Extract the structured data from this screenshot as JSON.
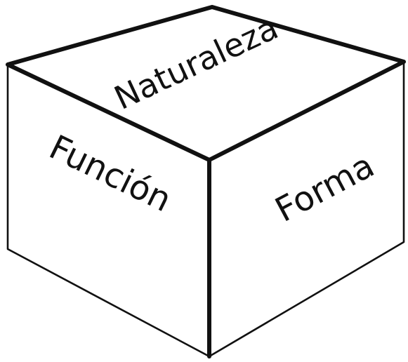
{
  "diagram": {
    "faces": {
      "top": {
        "label": "Naturaleza"
      },
      "left": {
        "label": "Función"
      },
      "right": {
        "label": "Forma"
      }
    }
  }
}
